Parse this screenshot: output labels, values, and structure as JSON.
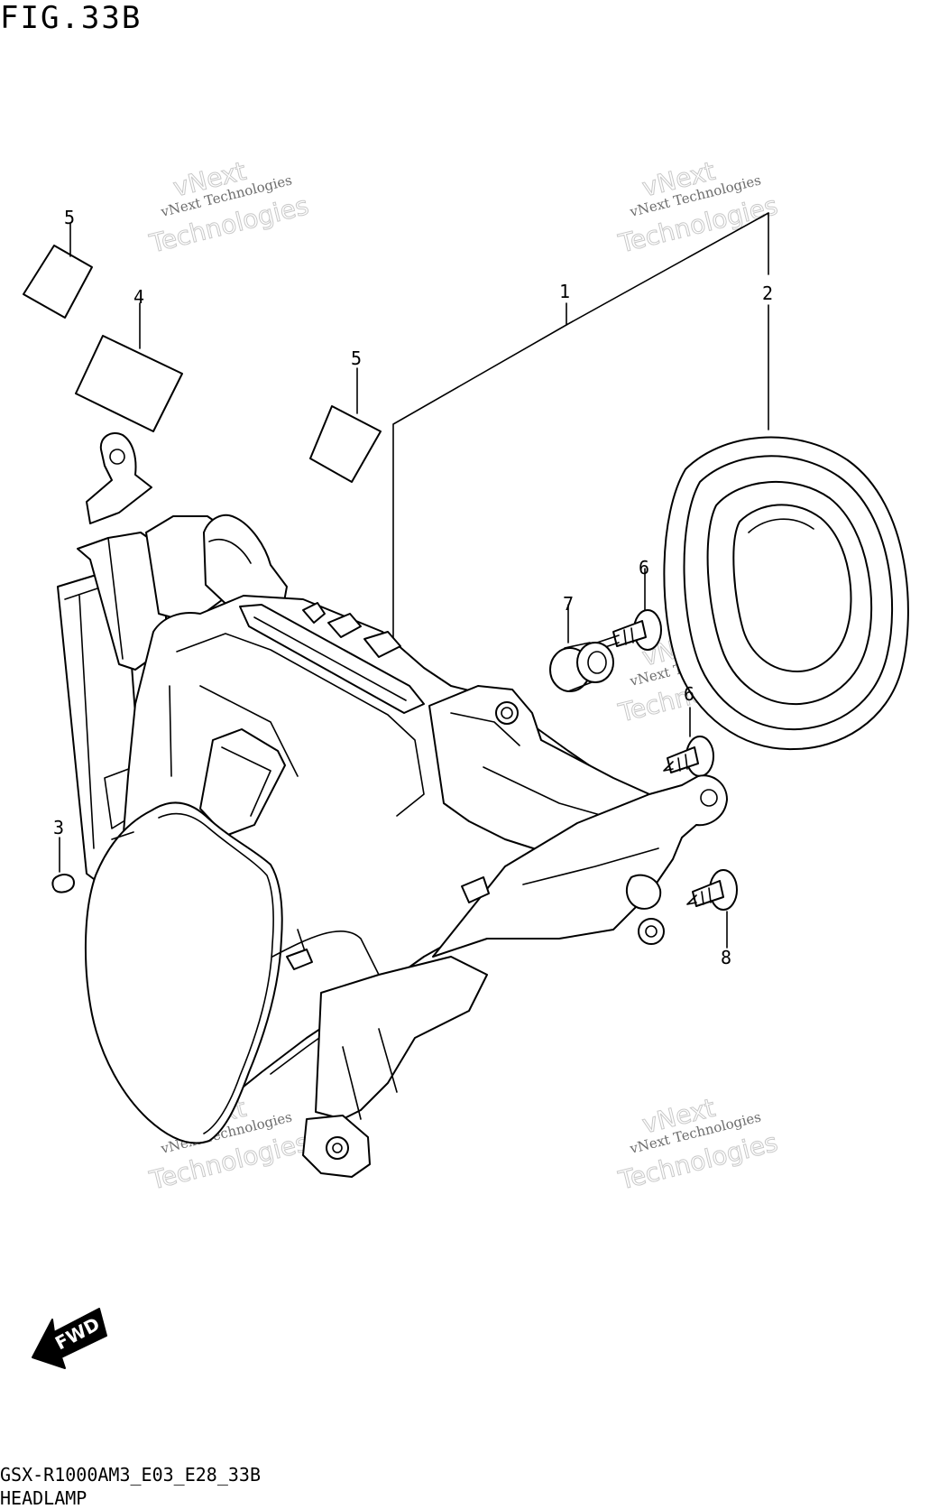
{
  "figure": {
    "title": "FIG.33B",
    "model_code": "GSX-R1000AM3_E03_E28_33B",
    "part_name": "HEADLAMP"
  },
  "callouts": [
    "5",
    "4",
    "5",
    "1",
    "2",
    "6",
    "7",
    "6",
    "3",
    "8"
  ],
  "watermark": {
    "line1": "vNext Technologies",
    "line2": "vNext",
    "line3": "Technologies"
  },
  "fwd_label": "FWD"
}
